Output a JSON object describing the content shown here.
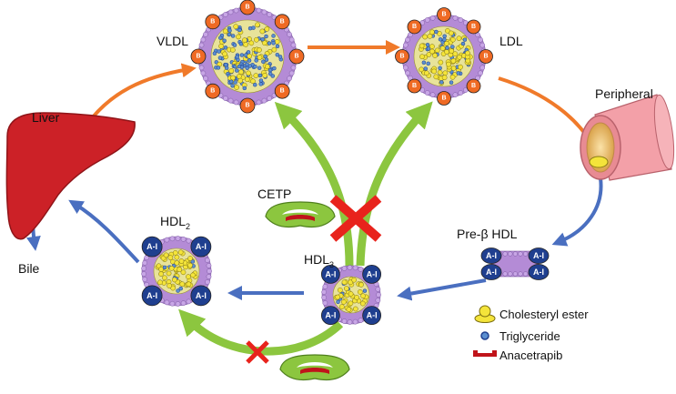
{
  "labels": {
    "vldl": "VLDL",
    "ldl": "LDL",
    "peripheral": "Peripheral",
    "liver": "Liver",
    "bile": "Bile",
    "cetp": "CETP",
    "hdl2_main": "HDL",
    "hdl2_sub": "2",
    "hdl3_main": "HDL",
    "hdl3_sub": "3",
    "pre_beta_hdl": "Pre-β HDL",
    "apob_chip": "B",
    "apoa1_chip": "A-I"
  },
  "legend": [
    {
      "icon": "cholesteryl-ester-icon",
      "label": "Cholesteryl ester"
    },
    {
      "icon": "triglyceride-icon",
      "label": "Triglyceride"
    },
    {
      "icon": "anacetrapib-icon",
      "label": "Anacetrapib"
    }
  ],
  "colors": {
    "pathway_orange": "#f07a2a",
    "pathway_blue": "#4a6fc0",
    "cetp_green": "#8cc63f",
    "block_red": "#e8231c",
    "liver_red": "#cc2127",
    "apob_orange": "#ef6a24",
    "apoa1_blue": "#1f3f8f",
    "cholesterol_yellow": "#f4e43a",
    "triglyceride_blue": "#5b8fd0",
    "phospholipid_purple": "#b48bd6",
    "vessel_pink": "#f3a0a8"
  }
}
